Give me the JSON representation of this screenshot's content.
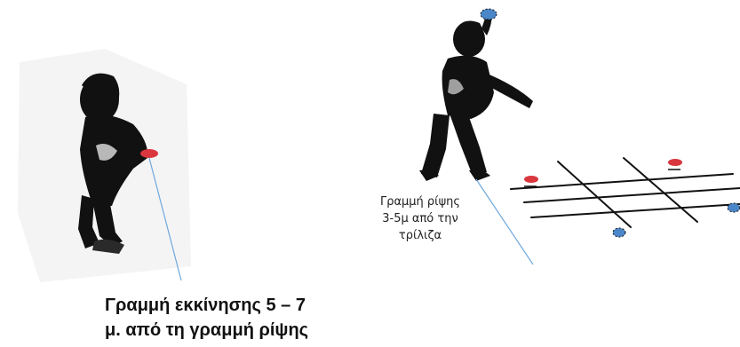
{
  "labels": {
    "start_line": {
      "line1": "Γραμμή εκκίνησης 5 – 7",
      "line2": "μ. από τη γραμμή ρίψης"
    },
    "throw_line": {
      "line1": "Γραμμή ρίψης",
      "line2": "3-5μ από την",
      "line3": "τρίλιζα"
    }
  },
  "colors": {
    "figure": "#111111",
    "pointer_line": "#6fa8dc",
    "red_marker": "#d9363e",
    "blue_marker": "#4a86c8",
    "grid": "#111111"
  }
}
